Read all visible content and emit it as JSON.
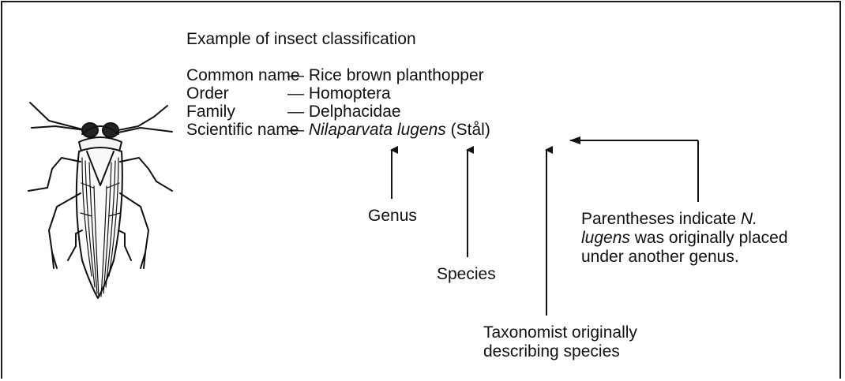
{
  "title": "Example of insect classification",
  "rows": [
    {
      "label": "Common name",
      "dash": "—",
      "value": "Rice brown planthopper"
    },
    {
      "label": "Order",
      "dash": "—",
      "value": "Homoptera"
    },
    {
      "label": "Family",
      "dash": "—",
      "value": "Delphacidae"
    }
  ],
  "scientific": {
    "label": "Scientific name",
    "dash": "—",
    "genus": "Nilaparvata",
    "species": "lugens",
    "author": "(Stål)"
  },
  "annotations": {
    "genus": "Genus",
    "species": "Species",
    "taxonomist_line1": "Taxonomist originally",
    "taxonomist_line2": "describing species",
    "parentheses_line1_pre": "Parentheses indicate ",
    "parentheses_line1_it": "N.",
    "parentheses_line2_it": "lugens",
    "parentheses_line2_post": " was originally placed",
    "parentheses_line3": "under another genus."
  },
  "illustration": "planthopper-insect-drawing"
}
